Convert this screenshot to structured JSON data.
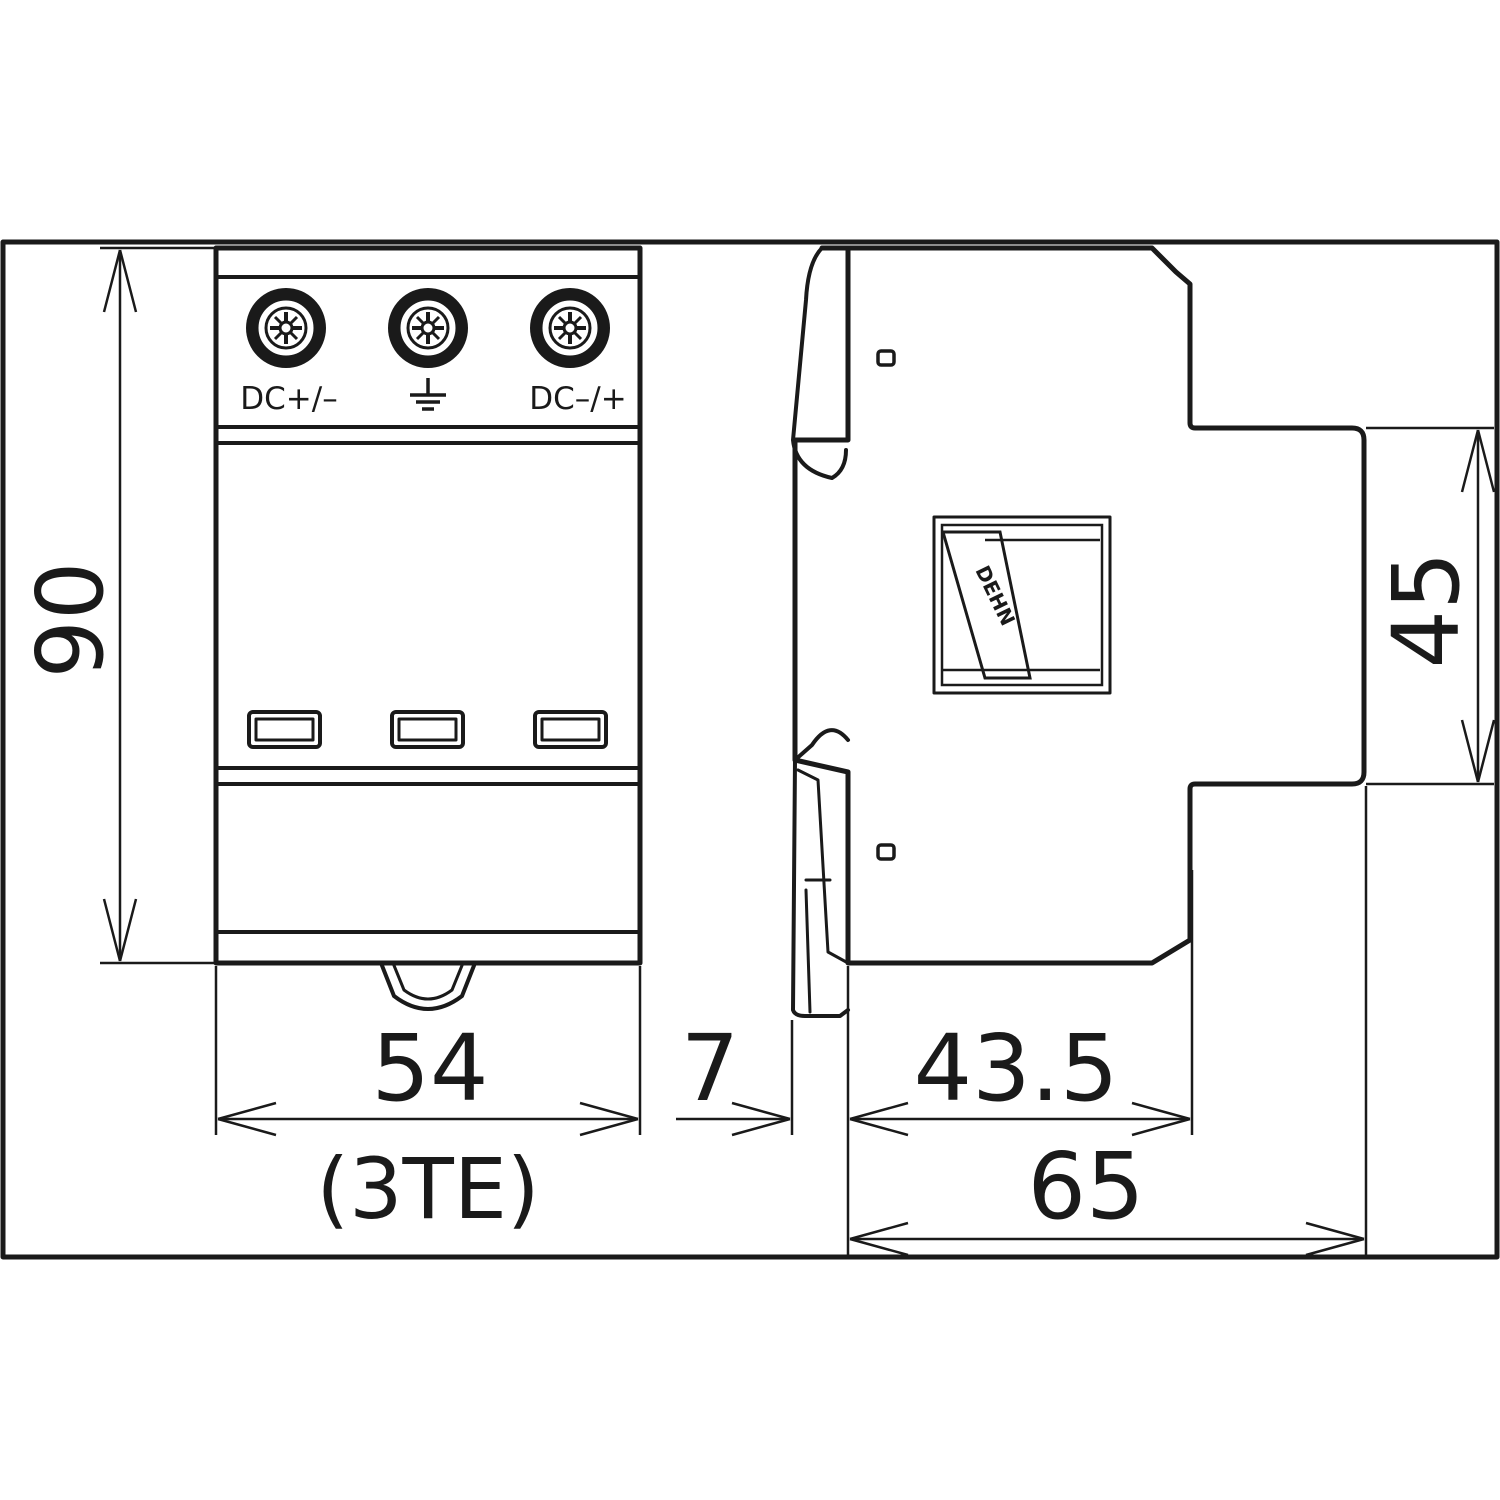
{
  "front_view": {
    "terminal_labels": [
      "DC+/–",
      "DC–/+"
    ],
    "ground_symbol": "ground-symbol-icon"
  },
  "dimensions": {
    "height": "90",
    "width": "54",
    "width_note": "(3TE)",
    "rail_offset": "7",
    "depth_body": "43.5",
    "depth_total": "65",
    "front_height": "45"
  },
  "logo": {
    "text": "DEHN"
  },
  "colors": {
    "line": "#1a1a1a",
    "background": "#ffffff"
  }
}
